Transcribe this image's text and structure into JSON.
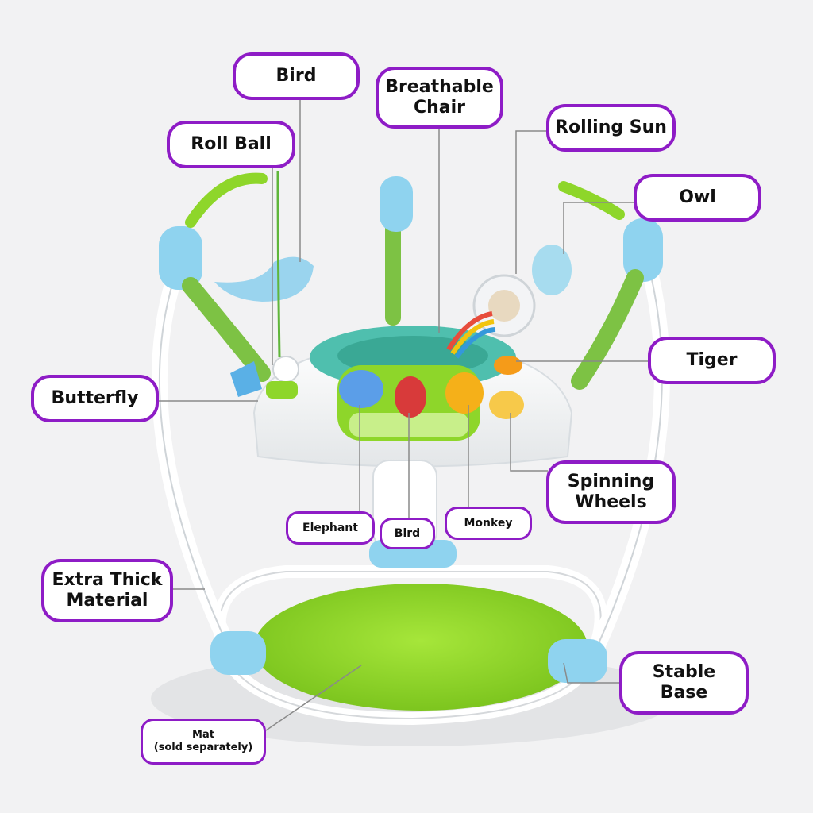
{
  "colors": {
    "label_border": "#8e1cc6",
    "label_fill": "#ffffff",
    "background": "#f2f2f3",
    "mat_green": "#8ed62a",
    "frame_white": "#ffffff",
    "accent_blue": "#8fd3ef"
  },
  "labels": {
    "bird_top": "Bird",
    "roll_ball": "Roll Ball",
    "breathable_chair": "Breathable\nChair",
    "rolling_sun": "Rolling Sun",
    "owl": "Owl",
    "tiger": "Tiger",
    "butterfly": "Butterfly",
    "spinning_wheels": "Spinning\nWheels",
    "elephant": "Elephant",
    "bird_small": "Bird",
    "monkey": "Monkey",
    "extra_thick_material": "Extra Thick\nMaterial",
    "stable_base": "Stable\nBase",
    "mat": "Mat\n(sold separately)"
  }
}
